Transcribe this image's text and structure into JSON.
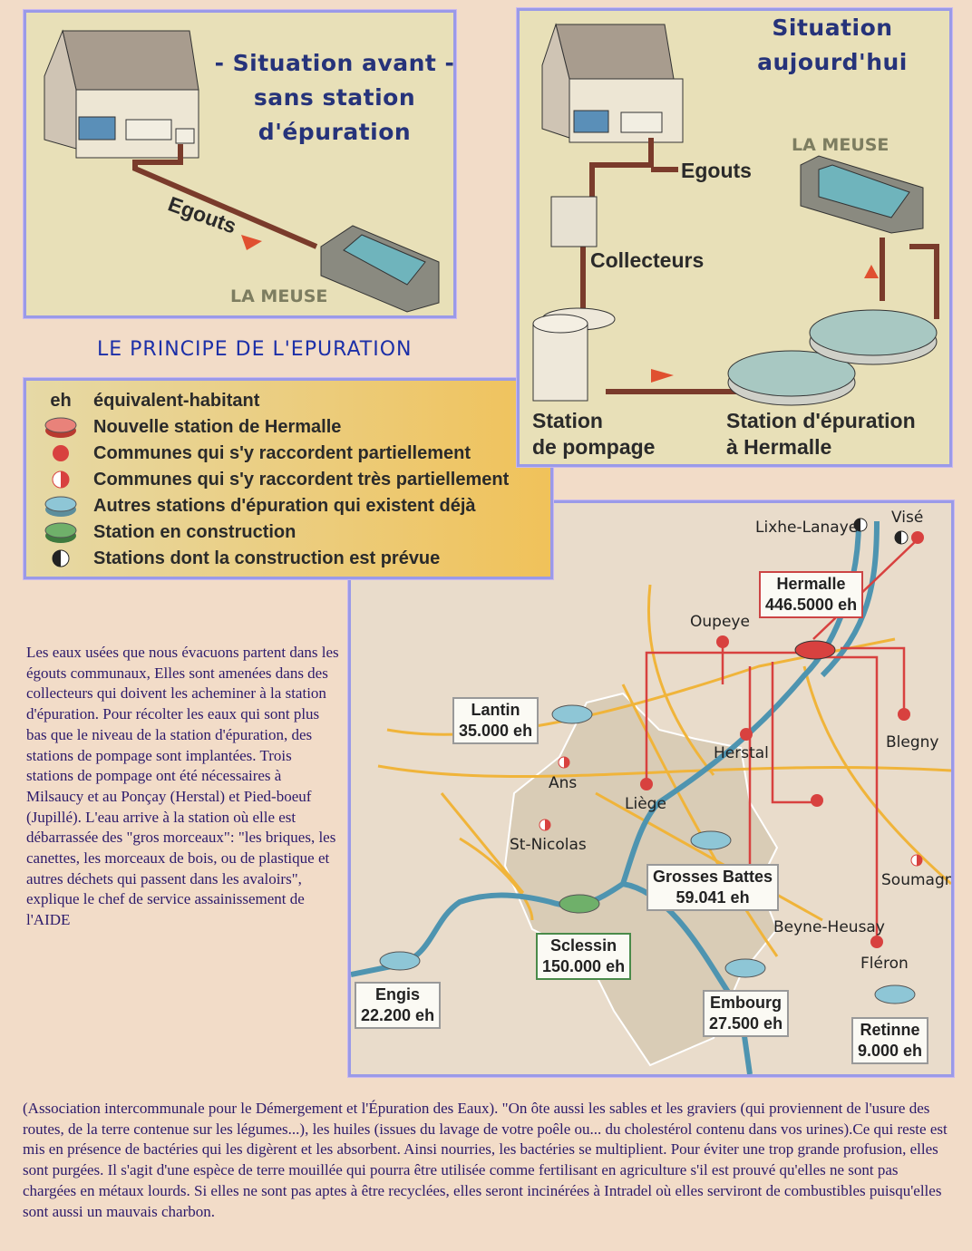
{
  "panel_before": {
    "title_lines": [
      "- Situation avant -",
      "sans station",
      "d'épuration"
    ],
    "egouts": "Egouts",
    "meuse": "LA MEUSE"
  },
  "panel_today": {
    "title_lines": [
      "Situation",
      "aujourd'hui"
    ],
    "egouts": "Egouts",
    "collecteurs": "Collecteurs",
    "meuse": "LA MEUSE",
    "pompage_lines": [
      "Station",
      "de pompage"
    ],
    "epuration_lines": [
      "Station d'épuration",
      "à Hermalle"
    ]
  },
  "principle_title": "LE PRINCIPE DE L'EPURATION",
  "legend": [
    {
      "icon": "eh-text",
      "label": "équivalent-habitant",
      "symbol": "eh"
    },
    {
      "icon": "red-station-icon",
      "label": "Nouvelle station de Hermalle"
    },
    {
      "icon": "red-dot-icon",
      "label": "Communes qui s'y raccordent partiellement"
    },
    {
      "icon": "half-red-dot-icon",
      "label": "Communes qui s'y raccordent très partiellement"
    },
    {
      "icon": "blue-station-icon",
      "label": "Autres stations d'épuration qui existent déjà"
    },
    {
      "icon": "green-station-icon",
      "label": "Station en construction"
    },
    {
      "icon": "half-black-dot-icon",
      "label": "Stations dont la construction est prévue"
    }
  ],
  "map": {
    "places": [
      "Lixhe-Lanaye",
      "Visé",
      "Oupeye",
      "Blegny",
      "Herstal",
      "Ans",
      "Liège",
      "St-Nicolas",
      "Soumagne",
      "Beyne-Heusay",
      "Fléron"
    ],
    "stations": [
      {
        "name": "Hermalle",
        "value": "446.5000 eh"
      },
      {
        "name": "Lantin",
        "value": "35.000 eh"
      },
      {
        "name": "Grosses Battes",
        "value": "59.041 eh"
      },
      {
        "name": "Sclessin",
        "value": "150.000 eh"
      },
      {
        "name": "Engis",
        "value": "22.200 eh"
      },
      {
        "name": "Embourg",
        "value": "27.500 eh"
      },
      {
        "name": "Retinne",
        "value": "9.000 eh"
      }
    ]
  },
  "left_text": "Les eaux usées que nous évacuons partent dans les égouts communaux, Elles sont amenées dans des collecteurs qui doivent les acheminer à la station d'épuration. Pour récolter les eaux qui sont plus bas que le niveau de la station d'épuration, des stations de pompage sont implantées. Trois stations de pompage ont été nécessaires à Milsaucy et au Ponçay (Herstal) et Pied-boeuf (Jupillé). L'eau arrive à la station où elle est débarrassée des \"gros morceaux\": \"les briques, les canettes, les morceaux de bois, ou de plastique et autres déchets qui passent dans les avaloirs\", explique le chef de service assainissement de l'AIDE",
  "bottom_text": "(Association intercommunale pour le Démergement et l'Épuration des Eaux). \"On ôte aussi les sables et les graviers (qui proviennent de l'usure des routes, de la terre contenue sur les légumes...), les huiles (issues du lavage de votre poêle ou... du cholestérol contenu dans vos urines).Ce qui reste est mis en présence de bactéries qui les digèrent et les absorbent. Ainsi nourries, les bactéries se multiplient. Pour éviter une trop grande profusion, elles sont purgées. Il s'agit d'une espèce de terre mouillée qui pourra être utilisée comme fertilisant en agriculture s'il est prouvé qu'elles ne sont pas chargées en métaux lourds. Si elles ne sont pas aptes à être recyclées, elles seront incinérées à Intradel où elles serviront de combustibles puisqu'elles sont aussi un mauvais charbon.",
  "colors": {
    "red": "#d8413f",
    "blue_station": "#8ec6d6",
    "green_station": "#6fb06a",
    "river": "#4e94b0",
    "roads": "#f0b43a",
    "text": "#2c1a6b"
  }
}
